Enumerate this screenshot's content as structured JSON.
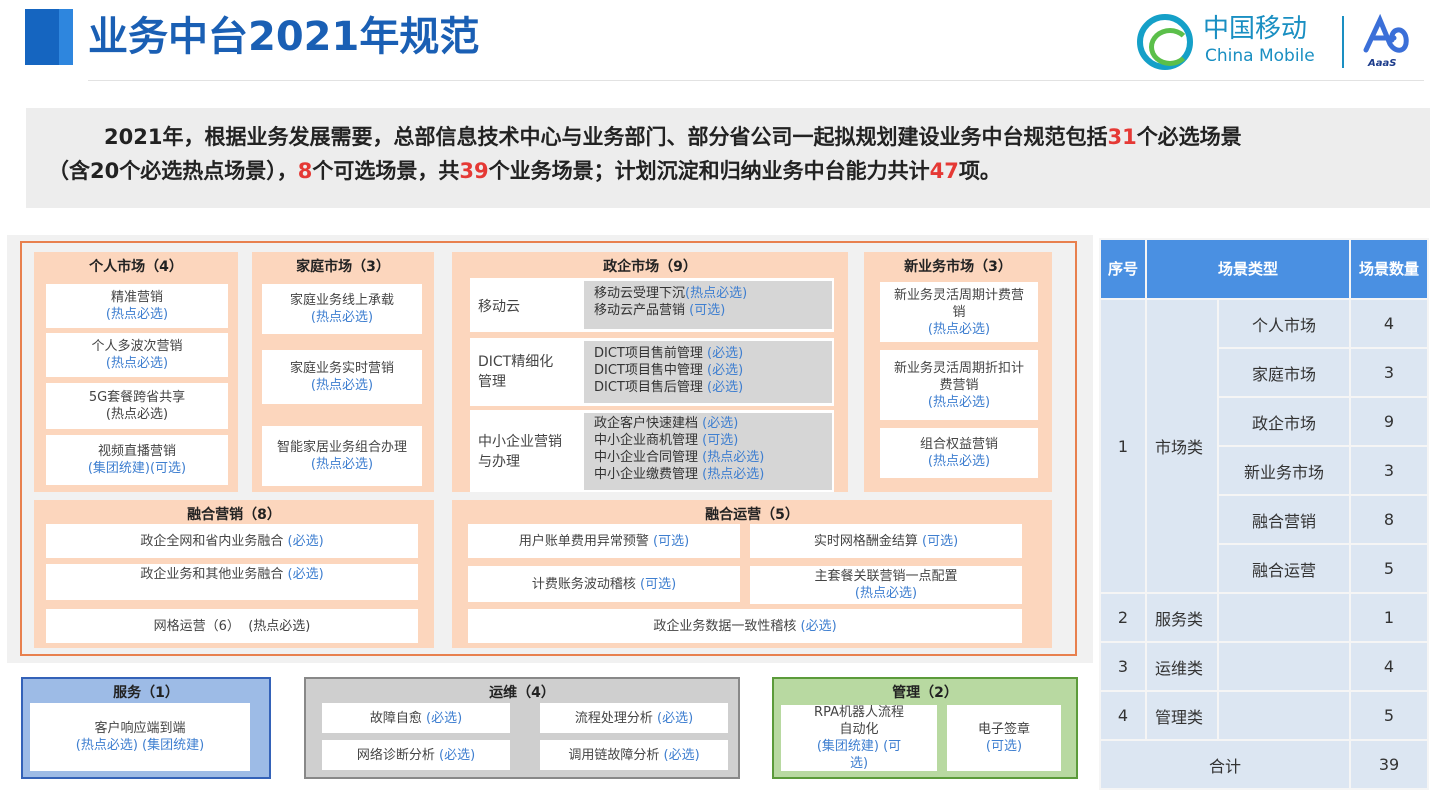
{
  "header": {
    "title": "业务中台2021年规范",
    "brand_cn": "中国移动",
    "brand_en": "China Mobile",
    "brand_sub": "AaaS"
  },
  "summary": {
    "p1": "2021年，根据业务发展需要，总部信息技术中心与业务部门、部分省公司一起拟规划建设业务中台规范包括",
    "n_required": "31",
    "p2": "个必选场景",
    "p3": "（含20个必选热点场景），",
    "n_optional": "8",
    "p4": "个可选场景，共",
    "n_total": "39",
    "p5": "个业务场景；计划沉淀和归纳业务中台能力共计",
    "n_capability": "47",
    "p6": "项。"
  },
  "personal": {
    "title": "个人市场（4）",
    "items": [
      {
        "a": "精准营销",
        "b": "(热点必选)"
      },
      {
        "a": "个人多波次营销",
        "b": "(热点必选)"
      },
      {
        "a": "5G套餐跨省共享",
        "b": "(热点必选)"
      },
      {
        "a": "视频直播营销",
        "b": "(集团统建)(可选)"
      }
    ]
  },
  "family": {
    "title": "家庭市场（3）",
    "items": [
      {
        "a": "家庭业务线上承载",
        "b": "(热点必选)"
      },
      {
        "a": "家庭业务实时营销",
        "b": "(热点必选)"
      },
      {
        "a": "智能家居业务组合办理",
        "b": "(热点必选)"
      }
    ]
  },
  "gov": {
    "title": "政企市场（9）",
    "groups": [
      {
        "name": "移动云",
        "lines": [
          {
            "a": "移动云受理下沉",
            "b": "(热点必选)"
          },
          {
            "a": "移动云产品营销",
            "b": "(可选)"
          }
        ]
      },
      {
        "name": "DICT精细化管理",
        "lines": [
          {
            "a": "DICT项目售前管理",
            "b": "(必选)"
          },
          {
            "a": "DICT项目售中管理",
            "b": "(必选)"
          },
          {
            "a": "DICT项目售后管理",
            "b": "(必选)"
          }
        ]
      },
      {
        "name": "中小企业营销与办理",
        "lines": [
          {
            "a": "政企客户快速建档",
            "b": "(必选)"
          },
          {
            "a": "中小企业商机管理",
            "b": "(可选)"
          },
          {
            "a": "中小企业合同管理",
            "b": "(热点必选)"
          },
          {
            "a": "中小企业缴费管理",
            "b": "(热点必选)"
          }
        ]
      }
    ]
  },
  "newbiz": {
    "title": "新业务市场（3）",
    "items": [
      {
        "a": "新业务灵活周期计费营销",
        "b": "(热点必选)"
      },
      {
        "a": "新业务灵活周期折扣计费营销",
        "b": "(热点必选)"
      },
      {
        "a": "组合权益营销",
        "b": "(热点必选)"
      }
    ]
  },
  "fusion_mkt": {
    "title": "融合营销（8）",
    "items": [
      {
        "a": "政企全网和省内业务融合",
        "b": "(必选)"
      },
      {
        "a": "政企业务和其他业务融合",
        "b": "(必选)"
      },
      {
        "a": "网格运营（6）",
        "b": "(热点必选)"
      }
    ]
  },
  "fusion_ops": {
    "title": "融合运营（5）",
    "items": [
      {
        "a": "用户账单费用异常预警",
        "b": "(可选)"
      },
      {
        "a": "实时网格酬金结算",
        "b": "(可选)"
      },
      {
        "a": "计费账务波动稽核",
        "b": "(可选)"
      },
      {
        "a": "主套餐关联营销一点配置",
        "b": "(热点必选)"
      },
      {
        "a": "政企业务数据一致性稽核",
        "b": "(必选)"
      }
    ]
  },
  "service": {
    "title": "服务（1）",
    "item": {
      "a": "客户响应端到端",
      "b": "(热点必选)  (集团统建)"
    }
  },
  "ops": {
    "title": "运维（4）",
    "items": [
      {
        "a": "故障自愈",
        "b": "(必选)"
      },
      {
        "a": "流程处理分析",
        "b": "(必选)"
      },
      {
        "a": "网络诊断分析",
        "b": "(必选)"
      },
      {
        "a": "调用链故障分析",
        "b": "(必选)"
      }
    ]
  },
  "mgmt": {
    "title": "管理（2）",
    "items": [
      {
        "a": "RPA机器人流程自动化",
        "b": "(集团统建)  (可选)"
      },
      {
        "a": "电子签章",
        "b": "(可选)"
      }
    ]
  },
  "table": {
    "headers": [
      "序号",
      "场景类型",
      "场景数量"
    ],
    "market": {
      "no": "1",
      "type": "市场类",
      "rows": [
        {
          "name": "个人市场",
          "count": "4"
        },
        {
          "name": "家庭市场",
          "count": "3"
        },
        {
          "name": "政企市场",
          "count": "9"
        },
        {
          "name": "新业务市场",
          "count": "3"
        },
        {
          "name": "融合营销",
          "count": "8"
        },
        {
          "name": "融合运营",
          "count": "5"
        }
      ]
    },
    "others": [
      {
        "no": "2",
        "type": "服务类",
        "count": "1"
      },
      {
        "no": "3",
        "type": "运维类",
        "count": "4"
      },
      {
        "no": "4",
        "type": "管理类",
        "count": "5"
      }
    ],
    "total_label": "合计",
    "total": "39"
  }
}
